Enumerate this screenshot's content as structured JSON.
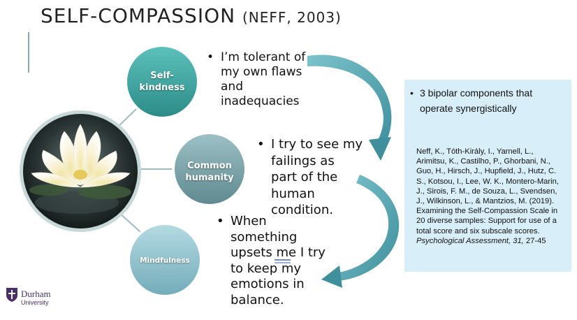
{
  "header": {
    "title": "SELF-COMPASSION",
    "citation": "(NEFF, 2003)"
  },
  "components": [
    {
      "label_line1": "Self-",
      "label_line2": "kindness",
      "color": "#3ea7a2"
    },
    {
      "label_line1": "Common",
      "label_line2": "humanity",
      "color": "#7fa7ad"
    },
    {
      "label_line1": "Mindfulness",
      "label_line2": "",
      "color": "#94c4cf"
    }
  ],
  "bullets": {
    "kindness": [
      "I’m tolerant of",
      "my own flaws",
      "and",
      "inadequacies"
    ],
    "humanity": [
      "I try to see my",
      "failings as",
      "part of the",
      "human",
      "condition."
    ],
    "mindfulness_l1": "When",
    "mindfulness_l2": "something",
    "mindfulness_l3_a": "upsets",
    "mindfulness_l3_b": "me",
    "mindfulness_l3_c": "I try",
    "mindfulness_l4": "to keep my",
    "mindfulness_l5": "emotions in",
    "mindfulness_l6": "balance."
  },
  "infobox": {
    "heading_line1": "3 bipolar components that",
    "heading_line2": "operate synergistically",
    "reference": "Neff, K., Tóth-Király, I., Yarnell, L., Arimitsu, K., Castilho, P., Ghorbani, N., Guo, H., Hirsch, J., Hupfield, J., Hutz, C. S., Kotsou, I., Lee, W. K., Montero-Marin, J., Sirois, F. M., de Souza, L., Svendsen, J., Wilkinson, L., & Mantzios, M. (2019). Examining the Self-Compassion Scale in 20 diverse samples: Support for use of a total score and six subscale scores.",
    "journal": "Psychological Assessment, 31,",
    "pages": "27-45"
  },
  "logo": {
    "name": "Durham",
    "sub": "University",
    "color": "#4a2f6b"
  },
  "colors": {
    "arrow": "#5aa6b3",
    "infobox_bg": "#d8eef8"
  }
}
